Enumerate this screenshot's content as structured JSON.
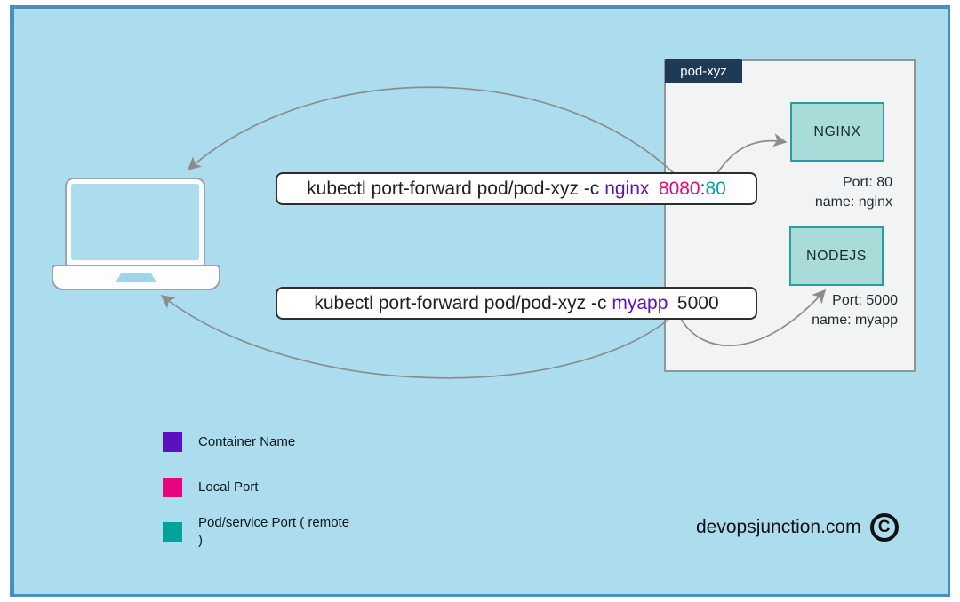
{
  "colors": {
    "bg": "#abddee",
    "border": "#4a8ebd",
    "purple": "#5c10bf",
    "pink": "#e5067f",
    "teal": "#00a2a5",
    "teal_swatch": "#00a29b",
    "navy": "#1e3a56",
    "container_fill": "#a9dbd9",
    "container_border": "#2a9d9f",
    "pod_fill": "#f2f3f3",
    "pod_border": "#909699",
    "arrow": "#8c8c8c"
  },
  "commands": [
    {
      "prefix": "kubectl port-forward pod/pod-xyz -c",
      "container": "nginx",
      "local_port": "8080",
      "colon": ":",
      "remote_port": "80"
    },
    {
      "prefix": "kubectl port-forward pod/pod-xyz -c",
      "container": "myapp",
      "port": "5000"
    }
  ],
  "pod": {
    "label": "pod-xyz",
    "containers": [
      {
        "title": "NGINX",
        "port": "Port: 80",
        "name": "name: nginx"
      },
      {
        "title": "NODEJS",
        "port": "Port: 5000",
        "name": "name: myapp"
      }
    ]
  },
  "legend": [
    {
      "label": "Container Name"
    },
    {
      "label": "Local Port"
    },
    {
      "label": "Pod/service Port ( remote\n)"
    }
  ],
  "footer": {
    "site": "devopsjunction.com",
    "copyright": "C"
  }
}
